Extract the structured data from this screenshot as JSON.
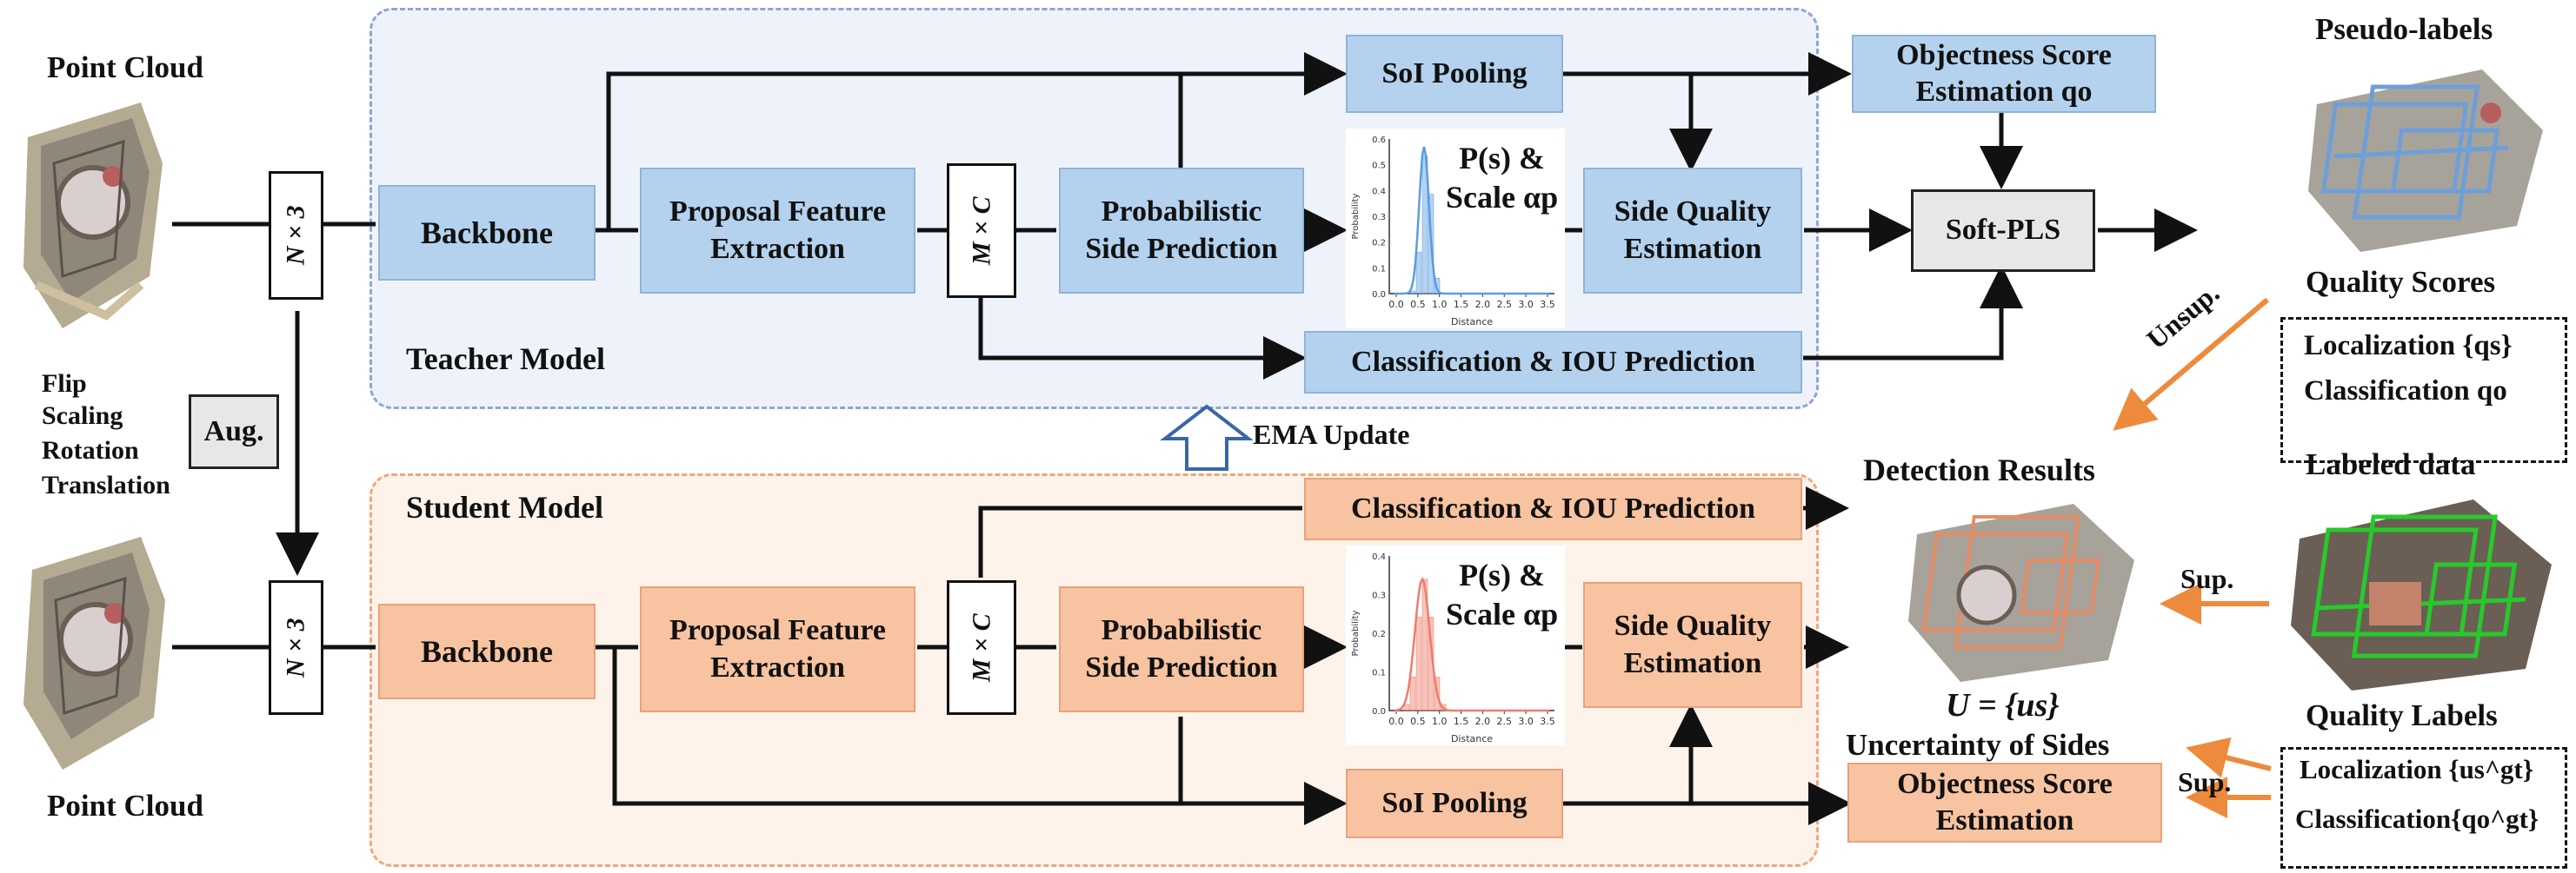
{
  "left": {
    "point_cloud_top": "Point Cloud",
    "point_cloud_bottom": "Point Cloud",
    "aug_ops": [
      "Flip",
      "Scaling",
      "Rotation",
      "Translation"
    ],
    "aug_label": "Aug.",
    "n3_label": "N × 3"
  },
  "teacher": {
    "title": "Teacher Model",
    "backbone": "Backbone",
    "proposal": [
      "Proposal Feature",
      "Extraction"
    ],
    "mc_label": "M × C",
    "prob_side": [
      "Probabilistic",
      "Side Prediction"
    ],
    "ps_label": [
      "P(s) &",
      "Scale αp"
    ],
    "side_quality": [
      "Side Quality",
      "Estimation"
    ],
    "soi_pooling": "SoI Pooling",
    "objectness": [
      "Objectness Score",
      "Estimation  qo"
    ],
    "soft_pls": "Soft-PLS",
    "cls_iou": "Classification & IOU Prediction"
  },
  "student": {
    "title": "Student Model",
    "backbone": "Backbone",
    "proposal": [
      "Proposal Feature",
      "Extraction"
    ],
    "mc_label": "M × C",
    "prob_side": [
      "Probabilistic",
      "Side Prediction"
    ],
    "ps_label": [
      "P(s) &",
      "Scale αp"
    ],
    "side_quality": [
      "Side Quality",
      "Estimation"
    ],
    "soi_pooling": "SoI Pooling",
    "objectness": [
      "Objectness Score",
      "Estimation"
    ],
    "cls_iou": "Classification & IOU Prediction"
  },
  "ema": "EMA Update",
  "right": {
    "pseudo_labels": "Pseudo-labels",
    "quality_scores": "Quality Scores",
    "qs_localization": "Localization {qs}",
    "qs_classification": "Classification  qo",
    "unsup": "Unsup.",
    "detection_results": "Detection Results",
    "labeled_data": "Labeled data",
    "sup1": "Sup.",
    "u_label": "U = {us}",
    "uncertainty": "Uncertainty of Sides",
    "quality_labels": "Quality Labels",
    "sup2": "Sup.",
    "ql_localization": "Localization {us^gt}",
    "ql_classification": "Classification{qo^gt}"
  },
  "hist": {
    "ylabel": "Probability",
    "xlabel": "Distance",
    "xticks": [
      "0.0",
      "0.5",
      "1.0",
      "1.5",
      "2.0",
      "2.5",
      "3.0",
      "3.5"
    ],
    "yticks_teacher": [
      "0.0",
      "0.1",
      "0.2",
      "0.3",
      "0.4",
      "0.5",
      "0.6"
    ],
    "yticks_student": [
      "0.0",
      "0.1",
      "0.2",
      "0.3",
      "0.4"
    ]
  },
  "colors": {
    "teacher_fill": "#b4d2ee",
    "student_fill": "#f8c3a1",
    "arrow_orange": "#ee8a3c",
    "teacher_hist": "#5a9de0",
    "student_hist": "#ee7d6a"
  }
}
